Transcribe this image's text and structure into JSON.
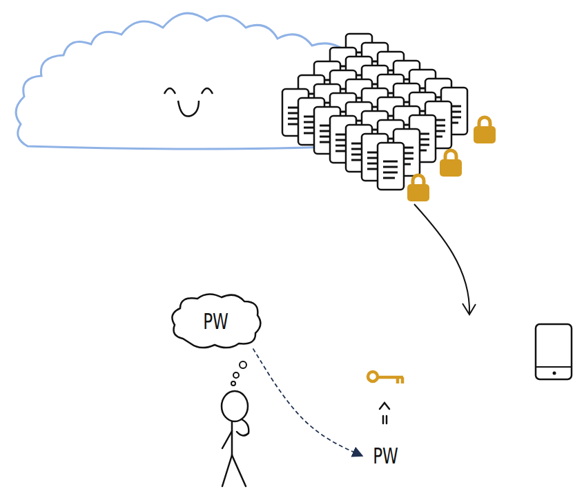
{
  "diagram": {
    "nodes": [
      {
        "text": [
          "PW"
        ]
      },
      {
        "text": [
          "PW"
        ]
      }
    ],
    "edges": [
      {
        "from": 0,
        "to": 1,
        "arrow": "to"
      }
    ]
  }
}
